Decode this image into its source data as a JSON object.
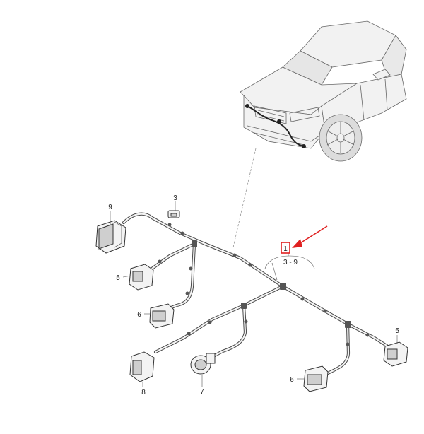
{
  "callouts": {
    "part_1": "1",
    "range": "3 - 9",
    "part_3": "3",
    "part_5_left": "5",
    "part_5_right": "5",
    "part_6_left": "6",
    "part_6_right": "6",
    "part_7": "7",
    "part_8": "8",
    "part_9": "9"
  },
  "colors": {
    "highlight": "#e02020",
    "arrow": "#e02020",
    "line": "#333333"
  }
}
